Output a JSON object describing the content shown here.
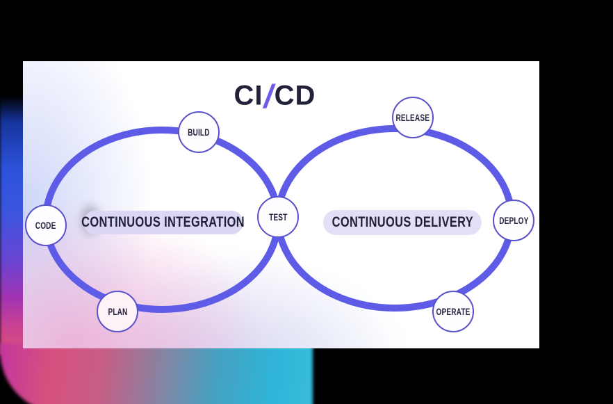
{
  "title": {
    "part_ci": "CI",
    "part_slash": "/",
    "part_cd": "CD"
  },
  "loops": {
    "integration_label": "CONTINUOUS INTEGRATION",
    "delivery_label": "CONTINUOUS DELIVERY"
  },
  "nodes": {
    "code": "CODE",
    "build": "BUILD",
    "plan": "PLAN",
    "test": "TEST",
    "release": "RELEASE",
    "deploy": "DEPLOY",
    "operate": "OPERATE"
  },
  "colors": {
    "loop_stroke": "#5E5CE6",
    "node_border": "#5851C9",
    "pill_background": "#DCD8F3",
    "title_slash": "#6C5CE7",
    "text_dark": "#21213A",
    "card_background": "#FFFFFF",
    "page_background": "#000000"
  }
}
